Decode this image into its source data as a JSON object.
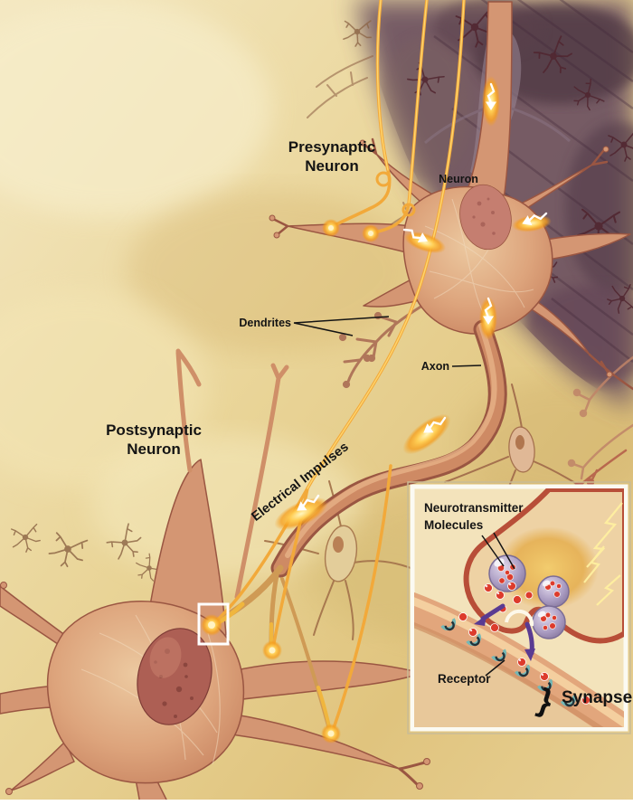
{
  "labels": {
    "presynaptic": {
      "line1": "Presynaptic",
      "line2": "Neuron"
    },
    "neuron": "Neuron",
    "dendrites": "Dendrites",
    "axon": "Axon",
    "electrical_impulses": "Electrical Impulses",
    "postsynaptic": {
      "line1": "Postsynaptic",
      "line2": "Neuron"
    }
  },
  "inset": {
    "neurotransmitter": {
      "line1": "Neurotransmitter",
      "line2": "Molecules"
    },
    "receptor": "Receptor",
    "synapse": "Synapse"
  },
  "palette": {
    "parchment_light": "#f4e8c2",
    "parchment": "#e6cf8e",
    "parchment_deep": "#d8ba72",
    "cortex_dark": "#6f5462",
    "sketch_line": "#50252f",
    "neuron_fill": "#d49673",
    "neuron_edge": "#9a5642",
    "nucleus_presynaptic": "#c57e70",
    "nucleus_postsynaptic": "#ad5f54",
    "impulse_yellow": "#f2a93a",
    "impulse_glow": "#ffe066",
    "arrow_white": "#ffffff",
    "inset_background": "#f3e3bb",
    "inset_border": "#fbfaf2",
    "terminal_rim": "#b84e38",
    "terminal_gold": "#e9b558",
    "vesicle_purple": "#a394bd",
    "molecule_red": "#dd3b2c",
    "receptor_teal": "#74b8b6",
    "arrow_purple": "#5a3b92",
    "label_color": "#141414"
  }
}
